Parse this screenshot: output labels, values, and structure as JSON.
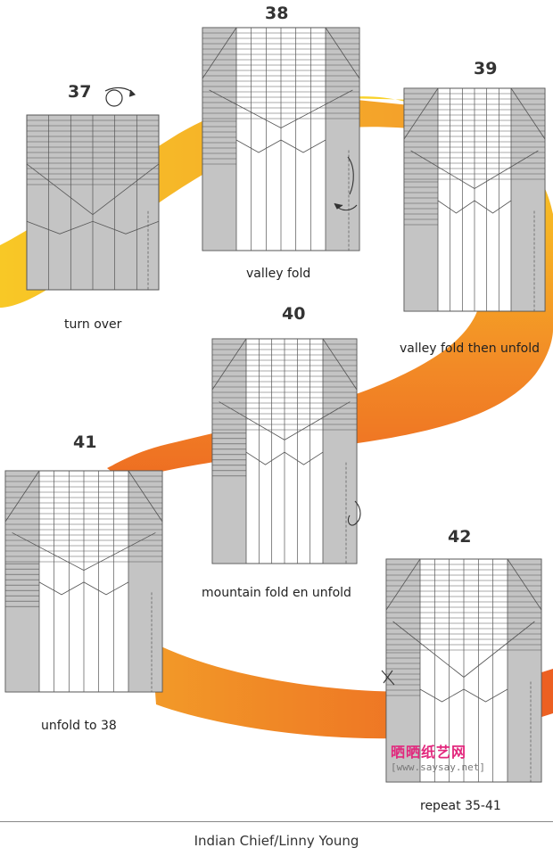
{
  "colors": {
    "paper_gray": "#c4c4c4",
    "paper_white": "#ffffff",
    "line": "#555555",
    "band_yellow": "#f7c623",
    "band_orange": "#f28a26",
    "watermark": "#e2287d"
  },
  "steps": [
    {
      "number": "37",
      "caption": "turn over",
      "icon": "turn-over-arrow-icon"
    },
    {
      "number": "38",
      "caption": "valley fold",
      "icon": "valley-fold-arrow-icon"
    },
    {
      "number": "39",
      "caption": "valley fold then unfold",
      "icon": "unfold-arrow-icon"
    },
    {
      "number": "40",
      "caption": "mountain fold en unfold",
      "icon": "mountain-fold-arrow-icon"
    },
    {
      "number": "41",
      "caption": "unfold to 38",
      "icon": ""
    },
    {
      "number": "42",
      "caption": "repeat 35-41",
      "icon": "repeat-mark-icon"
    }
  ],
  "watermark": {
    "text": "晒晒纸艺网",
    "url": "[www.saysay.net]"
  },
  "footer": {
    "credit": "Indian Chief/Linny Young"
  }
}
